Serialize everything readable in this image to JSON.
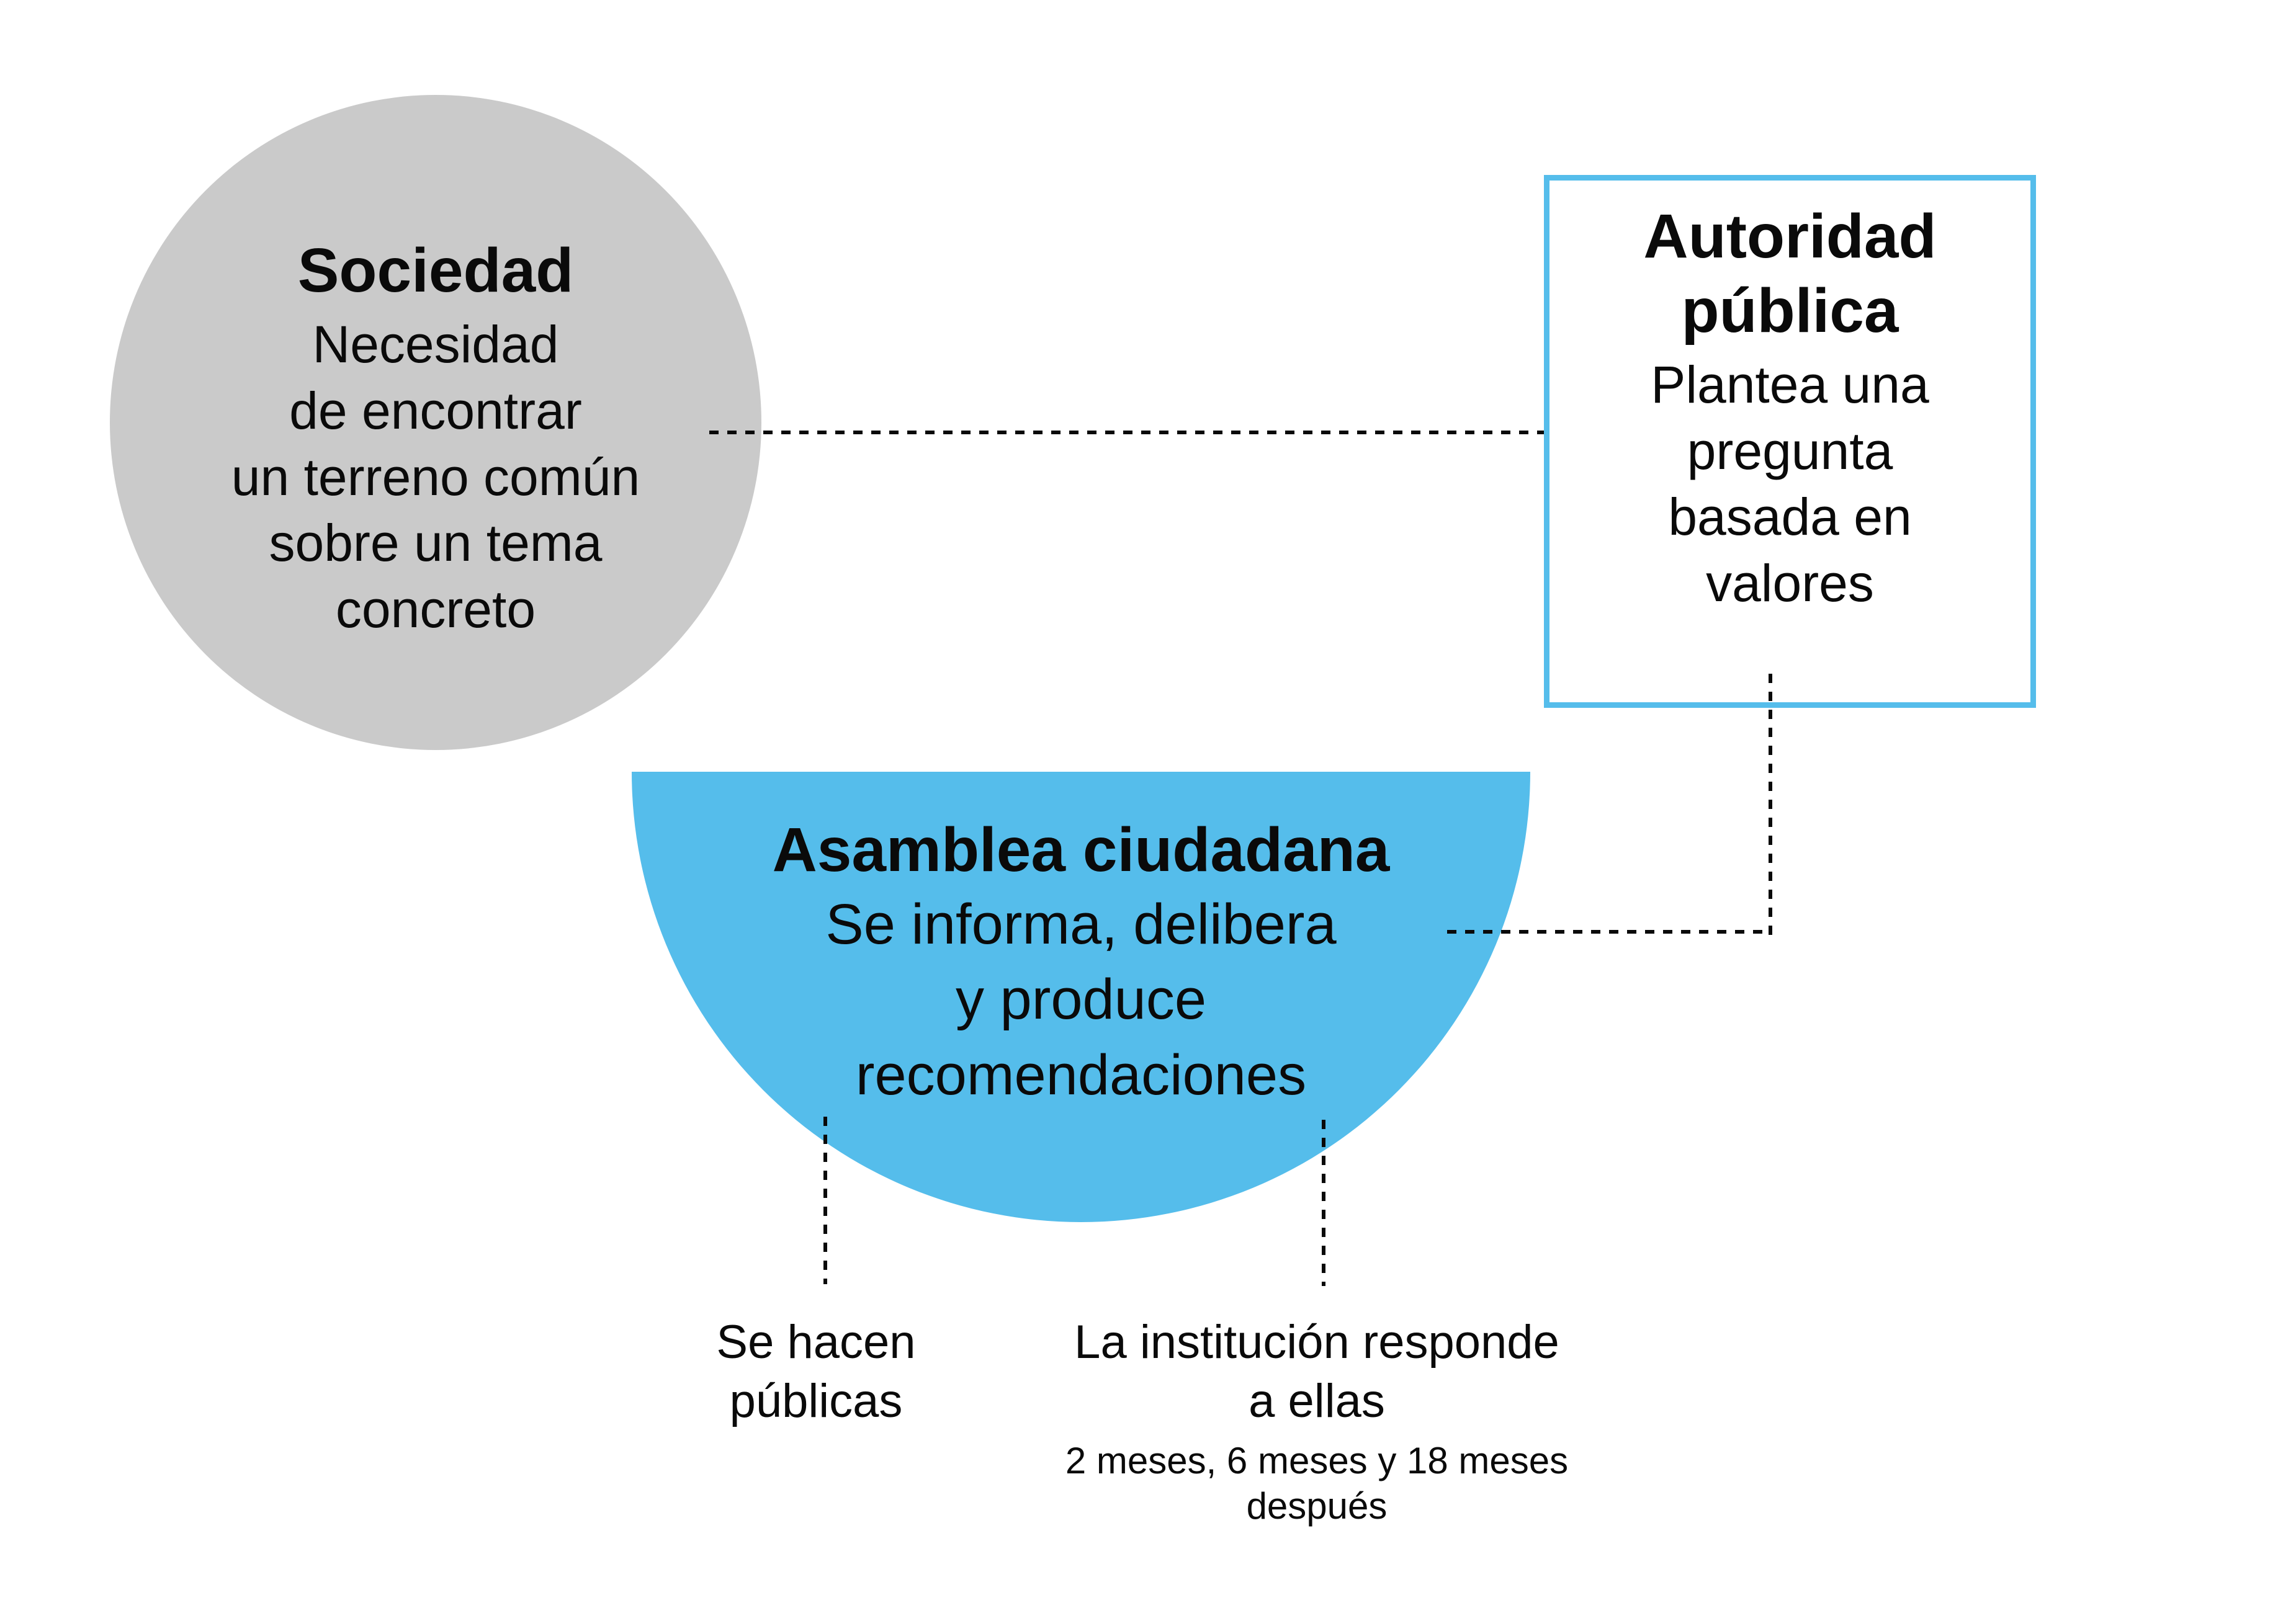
{
  "society": {
    "title": "Sociedad",
    "body": "Necesidad\nde encontrar\nun terreno común\nsobre un tema\nconcreto"
  },
  "authority": {
    "title": "Autoridad\npública",
    "body": "Plantea una\npregunta\nbasada en\nvalores"
  },
  "assembly": {
    "title": "Asamblea ciudadana",
    "body": "Se informa, delibera\ny produce\nrecomendaciones"
  },
  "recommendations": {
    "published_label": "Se hacen\npúblicas",
    "response_label": "La institución responde\na ellas",
    "response_timing": "2 meses, 6 meses y 18 meses\ndespués"
  },
  "colors": {
    "accent_blue": "#55BDEB",
    "circle_gray": "#CACACA",
    "ink": "#0A0A0A"
  }
}
